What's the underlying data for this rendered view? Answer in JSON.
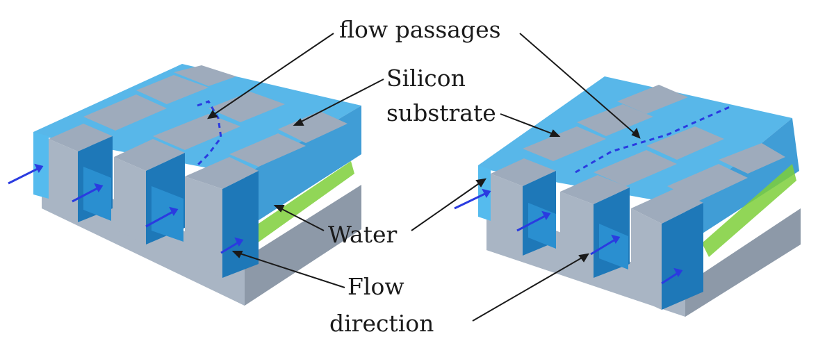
{
  "labels": {
    "flow_passages": "flow passages",
    "silicon_substrate_line1": "Silicon",
    "silicon_substrate_line2": "substrate",
    "water": "Water",
    "flow_direction_line1": "Flow",
    "flow_direction_line2": "direction"
  },
  "colors": {
    "substrate": "#a9b5c4",
    "substrate_dark": "#8d99a8",
    "water": "#3aa8e3",
    "water_light": "#6cc4ef",
    "fin_top": "#9aa7b8",
    "fin_side": "#1e78b8",
    "heat_spot": "#7ecf3a",
    "flow_arrow": "#2a3be0",
    "leader_line": "#1a1a1a"
  }
}
